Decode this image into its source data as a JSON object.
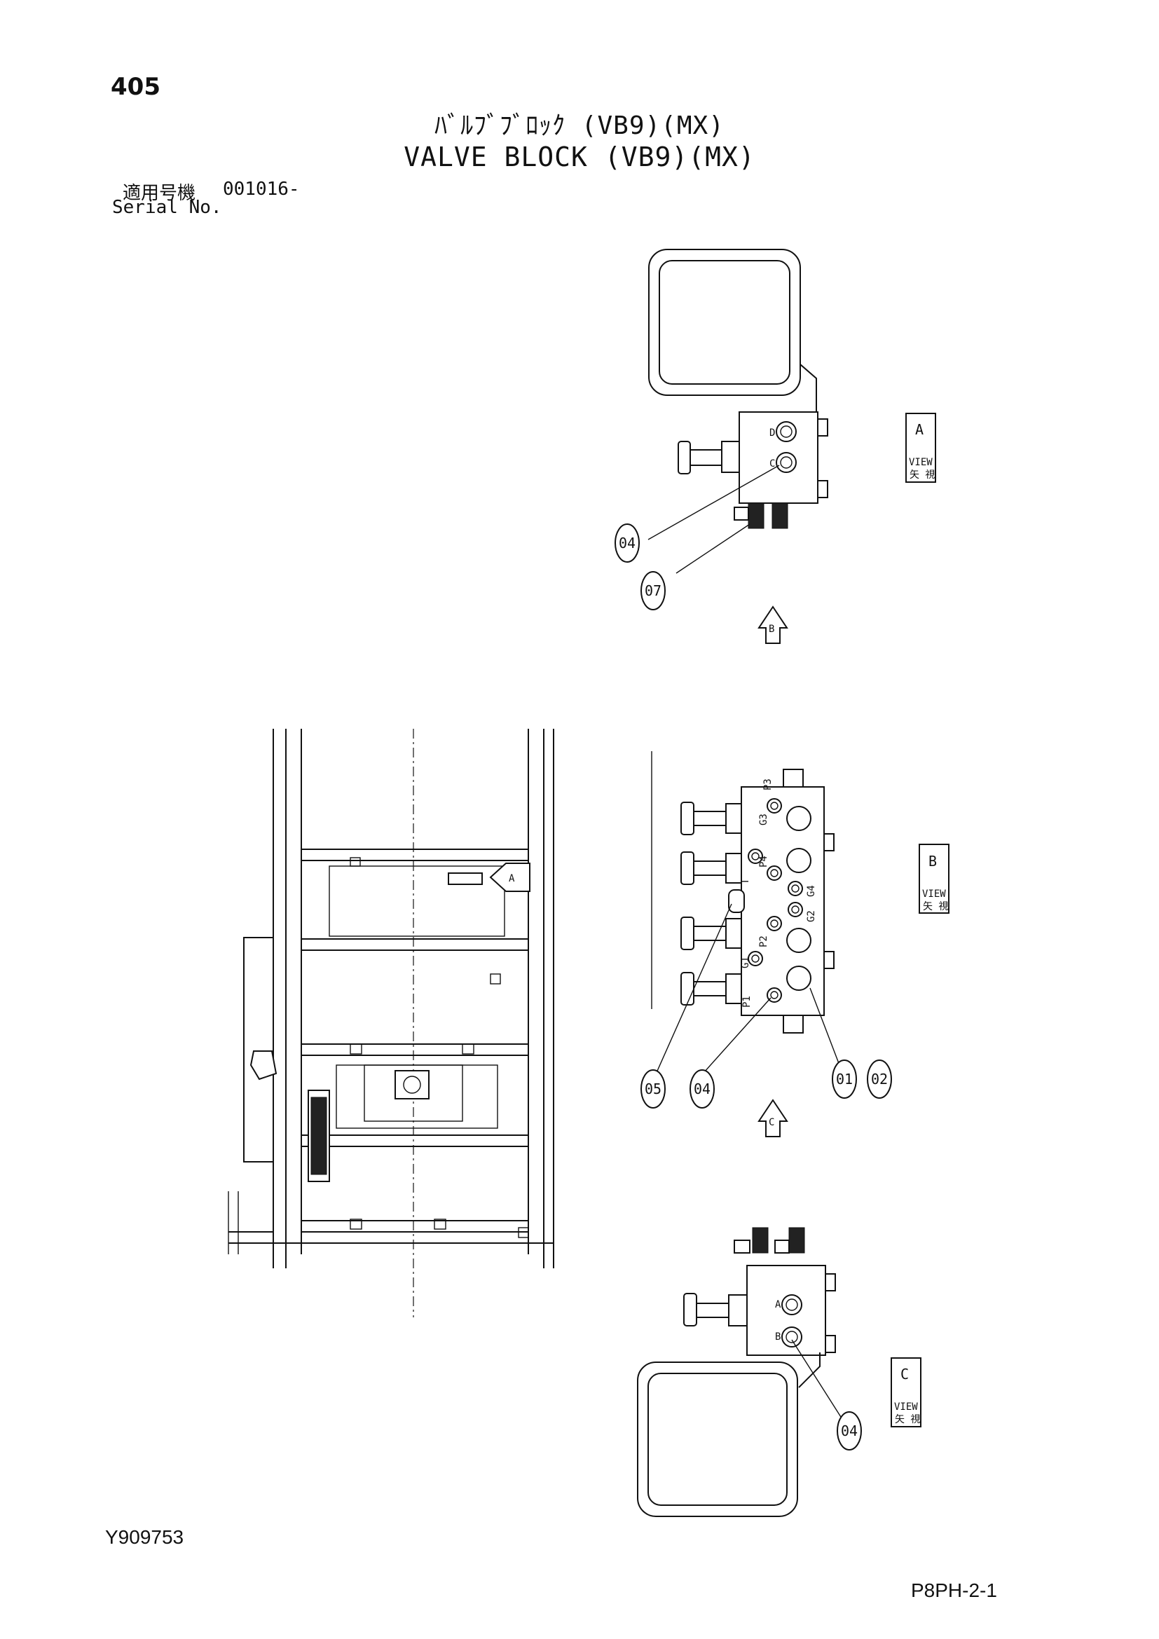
{
  "header": {
    "page_number": "405",
    "title_jp": "ﾊﾞﾙﾌﾞﾌﾞﾛｯｸ (VB9)(MX)",
    "title_en": "VALVE BLOCK (VB9)(MX)",
    "serial_label_jp": "適用号機",
    "serial_value": "001016-",
    "serial_label_en": "Serial No."
  },
  "views": [
    {
      "arrow_letter": "A",
      "box_jp": "矢 視",
      "box_en": "VIEW",
      "box_letter": "A"
    },
    {
      "arrow_letter": "B",
      "box_jp": "矢 視",
      "box_en": "VIEW",
      "box_letter": "B"
    },
    {
      "arrow_letter": "C",
      "box_jp": "矢 視",
      "box_en": "VIEW",
      "box_letter": "C"
    }
  ],
  "callouts": {
    "view_a": [
      "04",
      "07"
    ],
    "view_b": [
      "05",
      "04",
      "01",
      "02"
    ],
    "view_c": [
      "04"
    ]
  },
  "port_labels": {
    "view_a": [
      "D",
      "C"
    ],
    "view_b": [
      "P3",
      "G3",
      "P4",
      "T",
      "G4",
      "G2",
      "P2",
      "G1",
      "P1"
    ],
    "view_c": [
      "A",
      "B"
    ]
  },
  "footer": {
    "doc_id": "Y909753",
    "sheet_id": "P8PH-2-1"
  }
}
